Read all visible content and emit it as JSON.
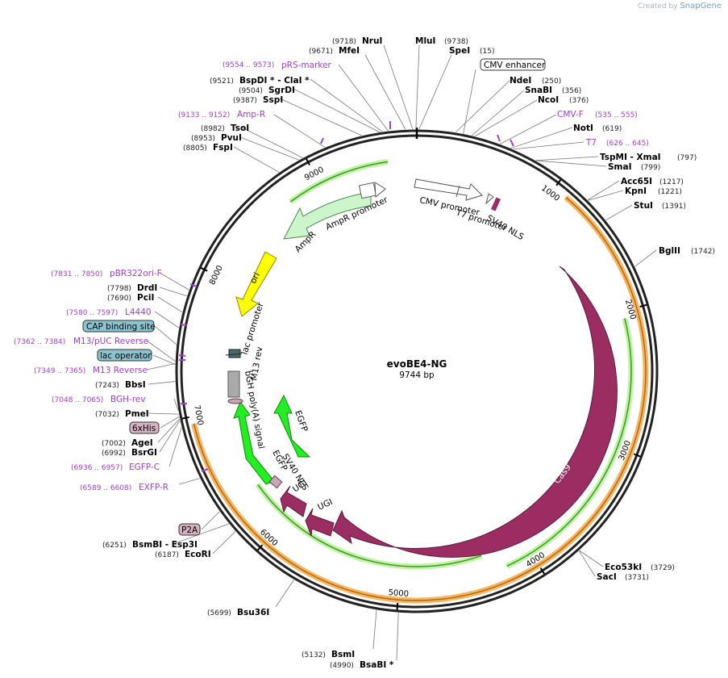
{
  "brand": {
    "created_by": "Created by",
    "app": "SnapGene"
  },
  "plasmid": {
    "name": "evoBE4-NG",
    "length": "9744 bp"
  },
  "scale_ticks": [
    "1000",
    "2000",
    "3000",
    "4000",
    "5000",
    "6000",
    "7000",
    "8000",
    "9000"
  ],
  "enzymes": [
    {
      "pos": "(9718)",
      "name": "NruI"
    },
    {
      "pos": "(9671)",
      "name": "MfeI"
    },
    {
      "name": "MluI",
      "pos": "(9738)"
    },
    {
      "name": "SpeI",
      "pos": "(15)"
    },
    {
      "pos": "(9521)",
      "name": "BspDI * - ClaI *"
    },
    {
      "pos": "(9504)",
      "name": "SgrDI"
    },
    {
      "pos": "(9387)",
      "name": "SspI"
    },
    {
      "name": "NdeI",
      "pos": "(250)"
    },
    {
      "name": "SnaBI",
      "pos": "(356)"
    },
    {
      "name": "NcoI",
      "pos": "(376)"
    },
    {
      "name": "NotI",
      "pos": "(619)"
    },
    {
      "pos": "(8982)",
      "name": "TsoI"
    },
    {
      "pos": "(8953)",
      "name": "PvuI"
    },
    {
      "pos": "(8805)",
      "name": "FspI"
    },
    {
      "name": "TspMI - XmaI",
      "pos": "(797)"
    },
    {
      "name": "SmaI",
      "pos": "(799)"
    },
    {
      "name": "Acc65I",
      "pos": "(1217)"
    },
    {
      "name": "KpnI",
      "pos": "(1221)"
    },
    {
      "name": "StuI",
      "pos": "(1391)"
    },
    {
      "name": "BglII",
      "pos": "(1742)"
    },
    {
      "pos": "(7798)",
      "name": "DrdI"
    },
    {
      "pos": "(7690)",
      "name": "PciI"
    },
    {
      "pos": "(7243)",
      "name": "BbsI"
    },
    {
      "pos": "(7032)",
      "name": "PmeI"
    },
    {
      "pos": "(7002)",
      "name": "AgeI"
    },
    {
      "pos": "(6992)",
      "name": "BsrGI"
    },
    {
      "pos": "(6251)",
      "name": "BsmBI - Esp3I"
    },
    {
      "pos": "(6187)",
      "name": "EcoRI"
    },
    {
      "name": "Eco53kI",
      "pos": "(3729)"
    },
    {
      "name": "SacI",
      "pos": "(3731)"
    },
    {
      "pos": "(5699)",
      "name": "Bsu36I"
    },
    {
      "pos": "(5132)",
      "name": "BsmI"
    },
    {
      "pos": "(4990)",
      "name": "BsaBI *"
    }
  ],
  "primers": [
    {
      "pos": "(9554 .. 9573)",
      "name": "pRS-marker"
    },
    {
      "pos": "(9133 .. 9152)",
      "name": "Amp-R"
    },
    {
      "name": "CMV-F",
      "pos": "(535 .. 555)"
    },
    {
      "name": "T7",
      "pos": "(626 .. 645)"
    },
    {
      "pos": "(7831 .. 7850)",
      "name": "pBR322ori-F"
    },
    {
      "pos": "(7580 .. 7597)",
      "name": "L4440"
    },
    {
      "pos": "(7362 .. 7384)",
      "name": "M13/pUC Reverse"
    },
    {
      "pos": "(7349 .. 7365)",
      "name": "M13 Reverse"
    },
    {
      "pos": "(7048 .. 7065)",
      "name": "BGH-rev"
    },
    {
      "name": "EGFP-C",
      "pos": "(6936 .. 6957)"
    },
    {
      "name": "EXFP-R",
      "pos": "(6589 .. 6608)"
    }
  ],
  "boxed_features": [
    "CMV enhancer",
    "CAP binding site",
    "lac operator",
    "6xHis",
    "P2A"
  ],
  "map_features": [
    "CMV promoter",
    "T7 promoter",
    "SV40 NLS",
    "AmpR promoter",
    "AmpR",
    "ori",
    "lac promoter",
    "M13 rev",
    "bGH poly(A) signal",
    "EGFP",
    "EGFP",
    "SV40 NLS",
    "UGI",
    "UGI",
    "Cas9"
  ],
  "colors": {
    "cas9": "#9b2d62",
    "egfp": "#22ee22",
    "ampr": "#ccf5cc",
    "ori": "#ffff00",
    "primer": "#a23ed1",
    "orange_band": "#f7b562",
    "green_line": "#3a9a1a"
  }
}
